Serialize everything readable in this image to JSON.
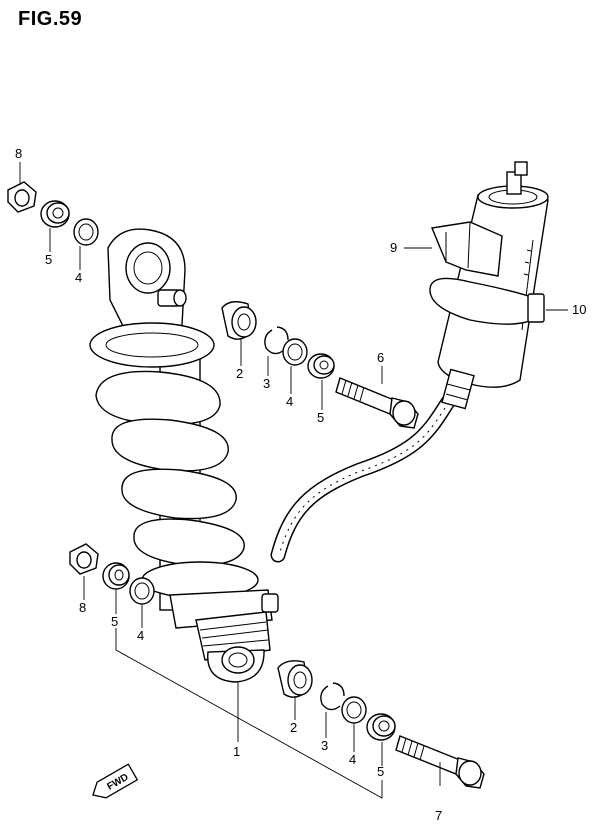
{
  "figure": {
    "title": "FIG.59"
  },
  "direction_badge": {
    "label": "FWD"
  },
  "callouts": {
    "c8a": "8",
    "c5a": "5",
    "c4a": "4",
    "c9": "9",
    "c10": "10",
    "c2a": "2",
    "c3a": "3",
    "c4b": "4",
    "c5b": "5",
    "c6": "6",
    "c8b": "8",
    "c5c": "5",
    "c4c": "4",
    "c1": "1",
    "c2b": "2",
    "c3b": "3",
    "c4d": "4",
    "c5d": "5",
    "c7": "7"
  }
}
